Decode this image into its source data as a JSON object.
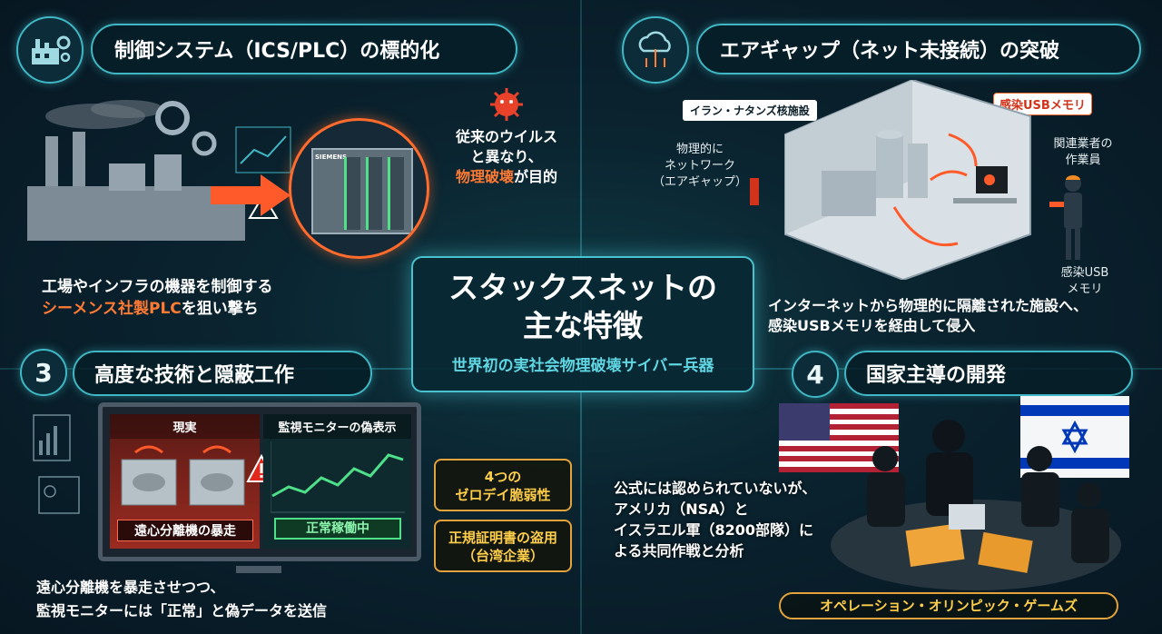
{
  "center": {
    "title_line1": "スタックスネットの",
    "title_line2": "主な特徴",
    "subtitle": "世界初の実社会物理破壊サイバー兵器"
  },
  "section1": {
    "title": "制御システム（ICS/PLC）の標的化",
    "icon": "factory-gear-icon",
    "plc_brand": "SIEMENS",
    "virus_note_line1": "従来のウイルス",
    "virus_note_line2": "と異なり、",
    "virus_note_highlight": "物理破壊",
    "virus_note_tail": "が目的",
    "desc_line1": "工場やインフラの機器を制御する",
    "desc_highlight": "シーメンス社製PLC",
    "desc_tail": "を狙い撃ち"
  },
  "section2": {
    "title": "エアギャップ（ネット未接続）の突破",
    "icon": "cloud-network-icon",
    "facility_label": "イラン・ナタンズ核施設",
    "usb_label": "感染USBメモリ",
    "airgap_line1": "物理的に",
    "airgap_line2": "ネットワーク",
    "airgap_line3": "（エアギャップ）",
    "worker_line1": "関連業者の",
    "worker_line2": "作業員",
    "usb2_line1": "感染USB",
    "usb2_line2": "メモリ",
    "desc_line1": "インターネットから物理的に隔離された施設へ、",
    "desc_line2": "感染USBメモリを経由して侵入"
  },
  "section3": {
    "number": "3",
    "title": "高度な技術と隠蔽工作",
    "reality_label": "現実",
    "fake_label": "監視モニターの偽表示",
    "runaway_label": "遠心分離機の暴走",
    "normal_label": "正常稼働中",
    "zero_day_line1": "4つの",
    "zero_day_line2": "ゼロデイ脆弱性",
    "cert_line1": "正規証明書の盗用",
    "cert_line2": "（台湾企業）",
    "desc_line1": "遠心分離機を暴走させつつ、",
    "desc_line2": "監視モニターには「正常」と偽データを送信"
  },
  "section4": {
    "number": "4",
    "title": "国家主導の開発",
    "desc_line1": "公式には認められていないが、",
    "desc_line2": "アメリカ（NSA）と",
    "desc_line3": "イスラエル軍（8200部隊）に",
    "desc_line4": "よる共同作戦と分析",
    "operation": "オペレーション・オリンピック・ゲームズ"
  },
  "colors": {
    "accent": "#3fb7c4",
    "highlight": "#ff7a33",
    "gold": "#e2a23c",
    "background": "#0a2430"
  }
}
